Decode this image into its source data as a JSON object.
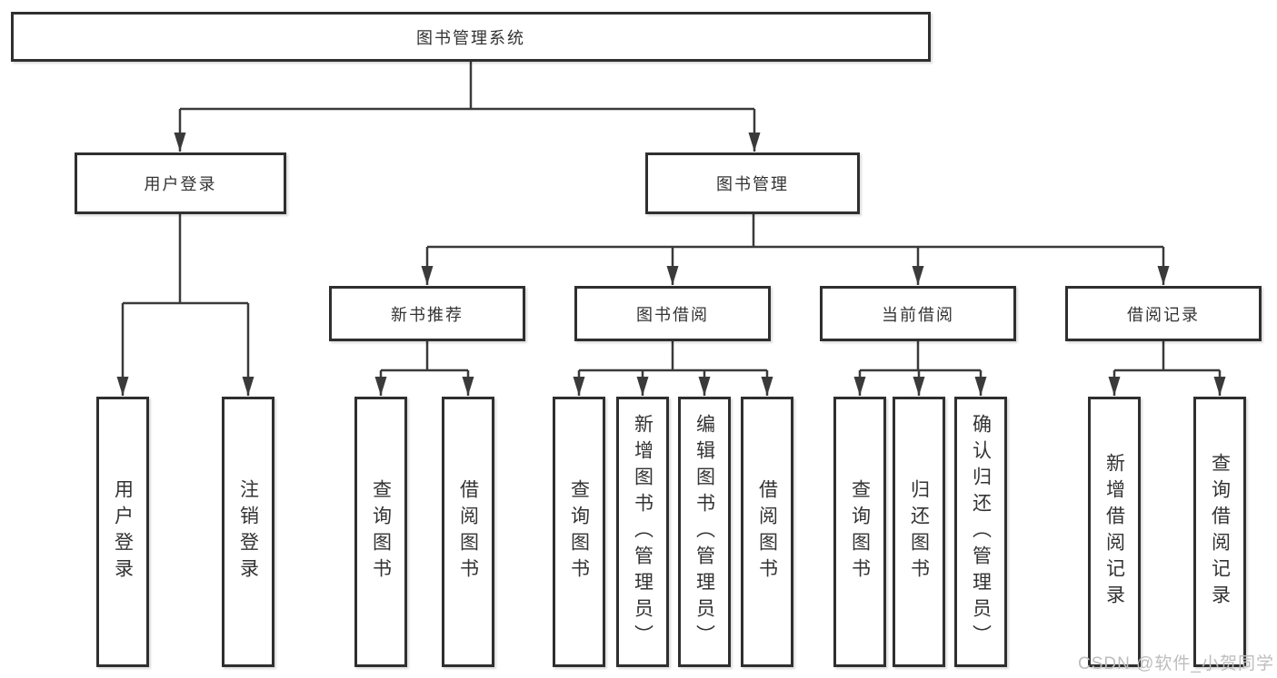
{
  "diagram": {
    "root": {
      "id": "library-management-system",
      "label": "图书管理系统"
    },
    "level2": [
      {
        "id": "user-login",
        "label": "用户登录",
        "parent": "图书管理系统"
      },
      {
        "id": "book-management",
        "label": "图书管理",
        "parent": "图书管理系统"
      }
    ],
    "level3": [
      {
        "id": "new-book-recommendation",
        "label": "新书推荐",
        "parent": "图书管理"
      },
      {
        "id": "book-borrowing",
        "label": "图书借阅",
        "parent": "图书管理"
      },
      {
        "id": "current-borrowing",
        "label": "当前借阅",
        "parent": "图书管理"
      },
      {
        "id": "borrowing-records",
        "label": "借阅记录",
        "parent": "图书管理"
      }
    ],
    "level4": [
      {
        "id": "user-login-leaf",
        "label": "用户登录",
        "parent": "用户登录"
      },
      {
        "id": "logout-leaf",
        "label": "注销登录",
        "parent": "用户登录"
      },
      {
        "id": "query-books-recommend",
        "label": "查询图书",
        "parent": "新书推荐"
      },
      {
        "id": "borrow-books-recommend",
        "label": "借阅图书",
        "parent": "新书推荐"
      },
      {
        "id": "query-books-borrowing",
        "label": "查询图书",
        "parent": "图书借阅"
      },
      {
        "id": "add-books-admin",
        "label": "新增图书（管理员）",
        "parent": "图书借阅"
      },
      {
        "id": "edit-books-admin",
        "label": "编辑图书（管理员）",
        "parent": "图书借阅"
      },
      {
        "id": "borrow-books-borrowing",
        "label": "借阅图书",
        "parent": "图书借阅"
      },
      {
        "id": "query-books-current",
        "label": "查询图书",
        "parent": "当前借阅"
      },
      {
        "id": "return-books",
        "label": "归还图书",
        "parent": "当前借阅"
      },
      {
        "id": "confirm-return-admin",
        "label": "确认归还（管理员）",
        "parent": "当前借阅"
      },
      {
        "id": "add-borrowing-record",
        "label": "新增借阅记录",
        "parent": "借阅记录"
      },
      {
        "id": "query-borrowing-record",
        "label": "查询借阅记录",
        "parent": "借阅记录"
      }
    ]
  },
  "watermark": {
    "text": "CSDN @软件_小贺同学"
  },
  "colors": {
    "background": "#ffffff",
    "box_fill": "#ffffff",
    "box_border": "#2f2f2f",
    "line": "#3a3a3a",
    "text": "#333333",
    "watermark": "#bdbdbd"
  }
}
